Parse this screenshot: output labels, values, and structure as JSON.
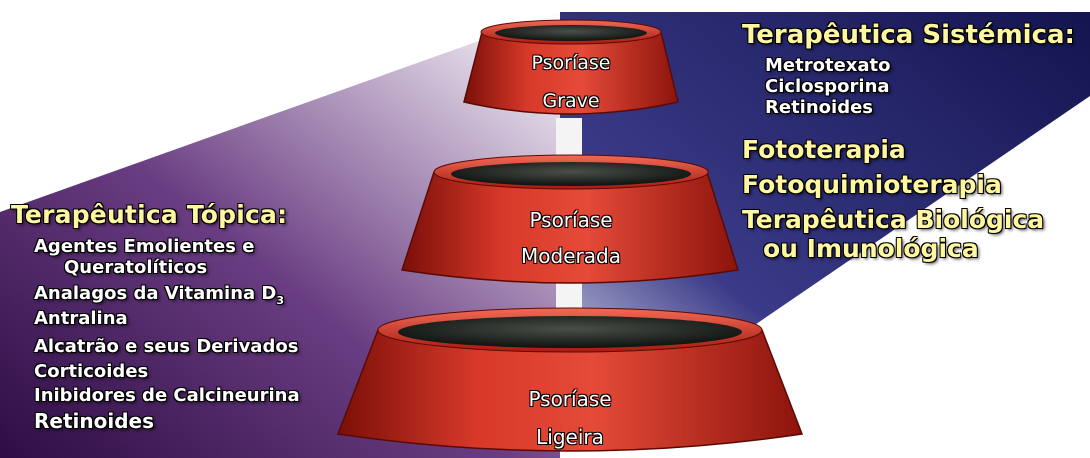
{
  "tiers": [
    {
      "line1": "Psoríase",
      "line2": "Grave"
    },
    {
      "line1": "Psoríase",
      "line2": "Moderada"
    },
    {
      "line1": "Psoríase",
      "line2": "Ligeira"
    }
  ],
  "topical": {
    "heading": "Terapêutica Tópica:",
    "items": [
      "Agentes Emolientes e",
      "Queratolíticos",
      "Analagos da Vitamina D",
      "Antralina",
      "Alcatrão e seus Derivados",
      "Corticoides",
      "Inibidores de Calcineurina",
      "Retinoides"
    ],
    "vitamin_subscript": "3"
  },
  "systemic": {
    "heading": "Terapêutica Sistémica:",
    "items": [
      "Metrotexato",
      "Ciclosporina",
      "Retinoides"
    ],
    "other_therapies": [
      "Fototerapia",
      "Fotoquimioterapia",
      "Terapêutica Biológica",
      "ou Imunológica"
    ]
  },
  "colors": {
    "tier_red": "#c8281c",
    "left_panel": "#4a2060",
    "right_panel": "#1c1c5c",
    "systemic_text": "#fff6a0"
  }
}
